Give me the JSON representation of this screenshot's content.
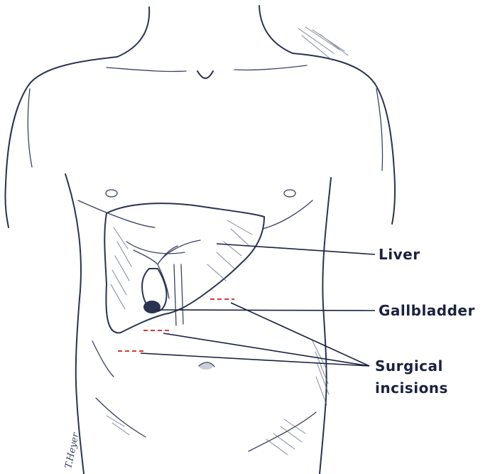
{
  "labels": {
    "liver": "Liver",
    "gallbladder": "Gallbladder",
    "surgical_line1": "Surgical",
    "surgical_line2": "incisions"
  },
  "signature": "T.Heyer",
  "colors": {
    "ink": "#2a3350",
    "label": "#1b2240",
    "incision": "#d03a3a",
    "background": "#ffffff"
  }
}
